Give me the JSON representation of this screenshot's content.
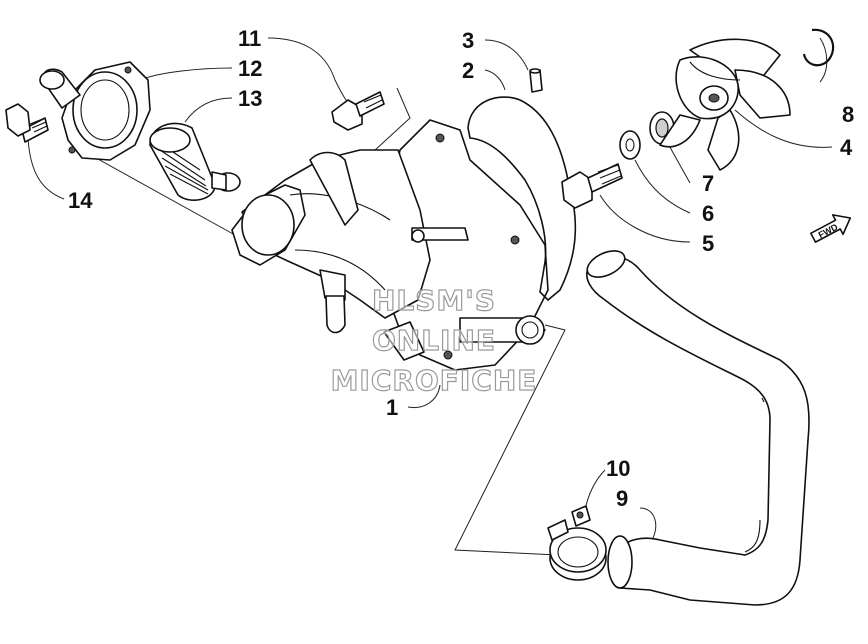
{
  "callouts": [
    {
      "id": "c1",
      "label": "1"
    },
    {
      "id": "c2",
      "label": "2"
    },
    {
      "id": "c3",
      "label": "3"
    },
    {
      "id": "c4",
      "label": "4"
    },
    {
      "id": "c5",
      "label": "5"
    },
    {
      "id": "c6",
      "label": "6"
    },
    {
      "id": "c7",
      "label": "7"
    },
    {
      "id": "c8",
      "label": "8"
    },
    {
      "id": "c9",
      "label": "9"
    },
    {
      "id": "c10",
      "label": "10"
    },
    {
      "id": "c11",
      "label": "11"
    },
    {
      "id": "c12",
      "label": "12"
    },
    {
      "id": "c13",
      "label": "13"
    },
    {
      "id": "c14",
      "label": "14"
    }
  ],
  "direction_indicator": {
    "label": "FWD",
    "icon": "forward-arrow-icon"
  },
  "watermark": {
    "line1": "HLSM'S",
    "line2": "ONLINE",
    "line3": "MICROFICHE"
  }
}
